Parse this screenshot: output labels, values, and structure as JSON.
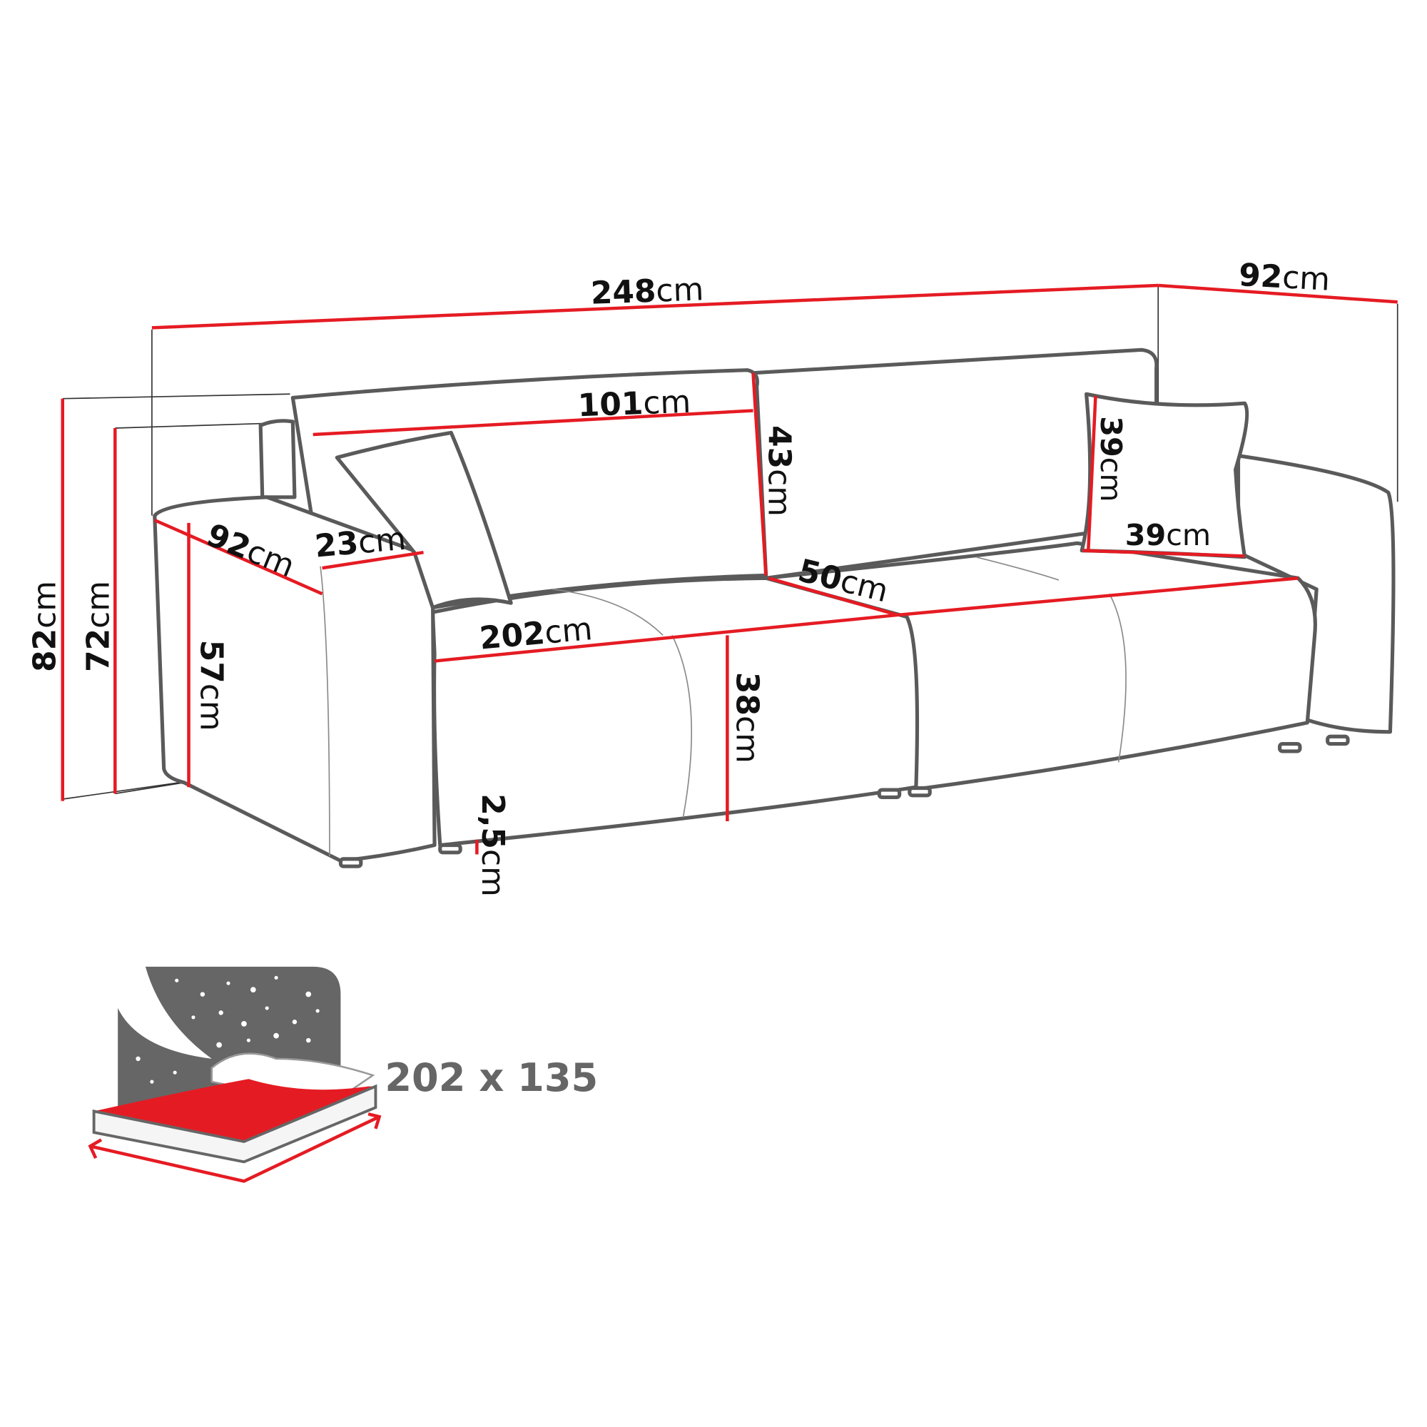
{
  "colors": {
    "dimension_line": "#e51b23",
    "outline": "#5a5a5a",
    "icon_gray": "#666666"
  },
  "dimensions": {
    "total_width": {
      "value": "248",
      "unit": "cm"
    },
    "total_depth": {
      "value": "92",
      "unit": "cm"
    },
    "backrest_width": {
      "value": "101",
      "unit": "cm"
    },
    "backrest_height": {
      "value": "43",
      "unit": "cm"
    },
    "pillow_height": {
      "value": "39",
      "unit": "cm"
    },
    "pillow_width": {
      "value": "39",
      "unit": "cm"
    },
    "armrest_depth": {
      "value": "92",
      "unit": "cm"
    },
    "armrest_width": {
      "value": "23",
      "unit": "cm"
    },
    "seat_depth": {
      "value": "50",
      "unit": "cm"
    },
    "seat_width": {
      "value": "202",
      "unit": "cm"
    },
    "armrest_height": {
      "value": "57",
      "unit": "cm"
    },
    "seat_height": {
      "value": "38",
      "unit": "cm"
    },
    "leg_height": {
      "value": "2,5",
      "unit": "cm"
    },
    "total_height": {
      "value": "82",
      "unit": "cm"
    },
    "armrest_top_height": {
      "value": "72",
      "unit": "cm"
    }
  },
  "sleeping_area": {
    "label": "202 x 135",
    "icon": "bed-icon"
  }
}
